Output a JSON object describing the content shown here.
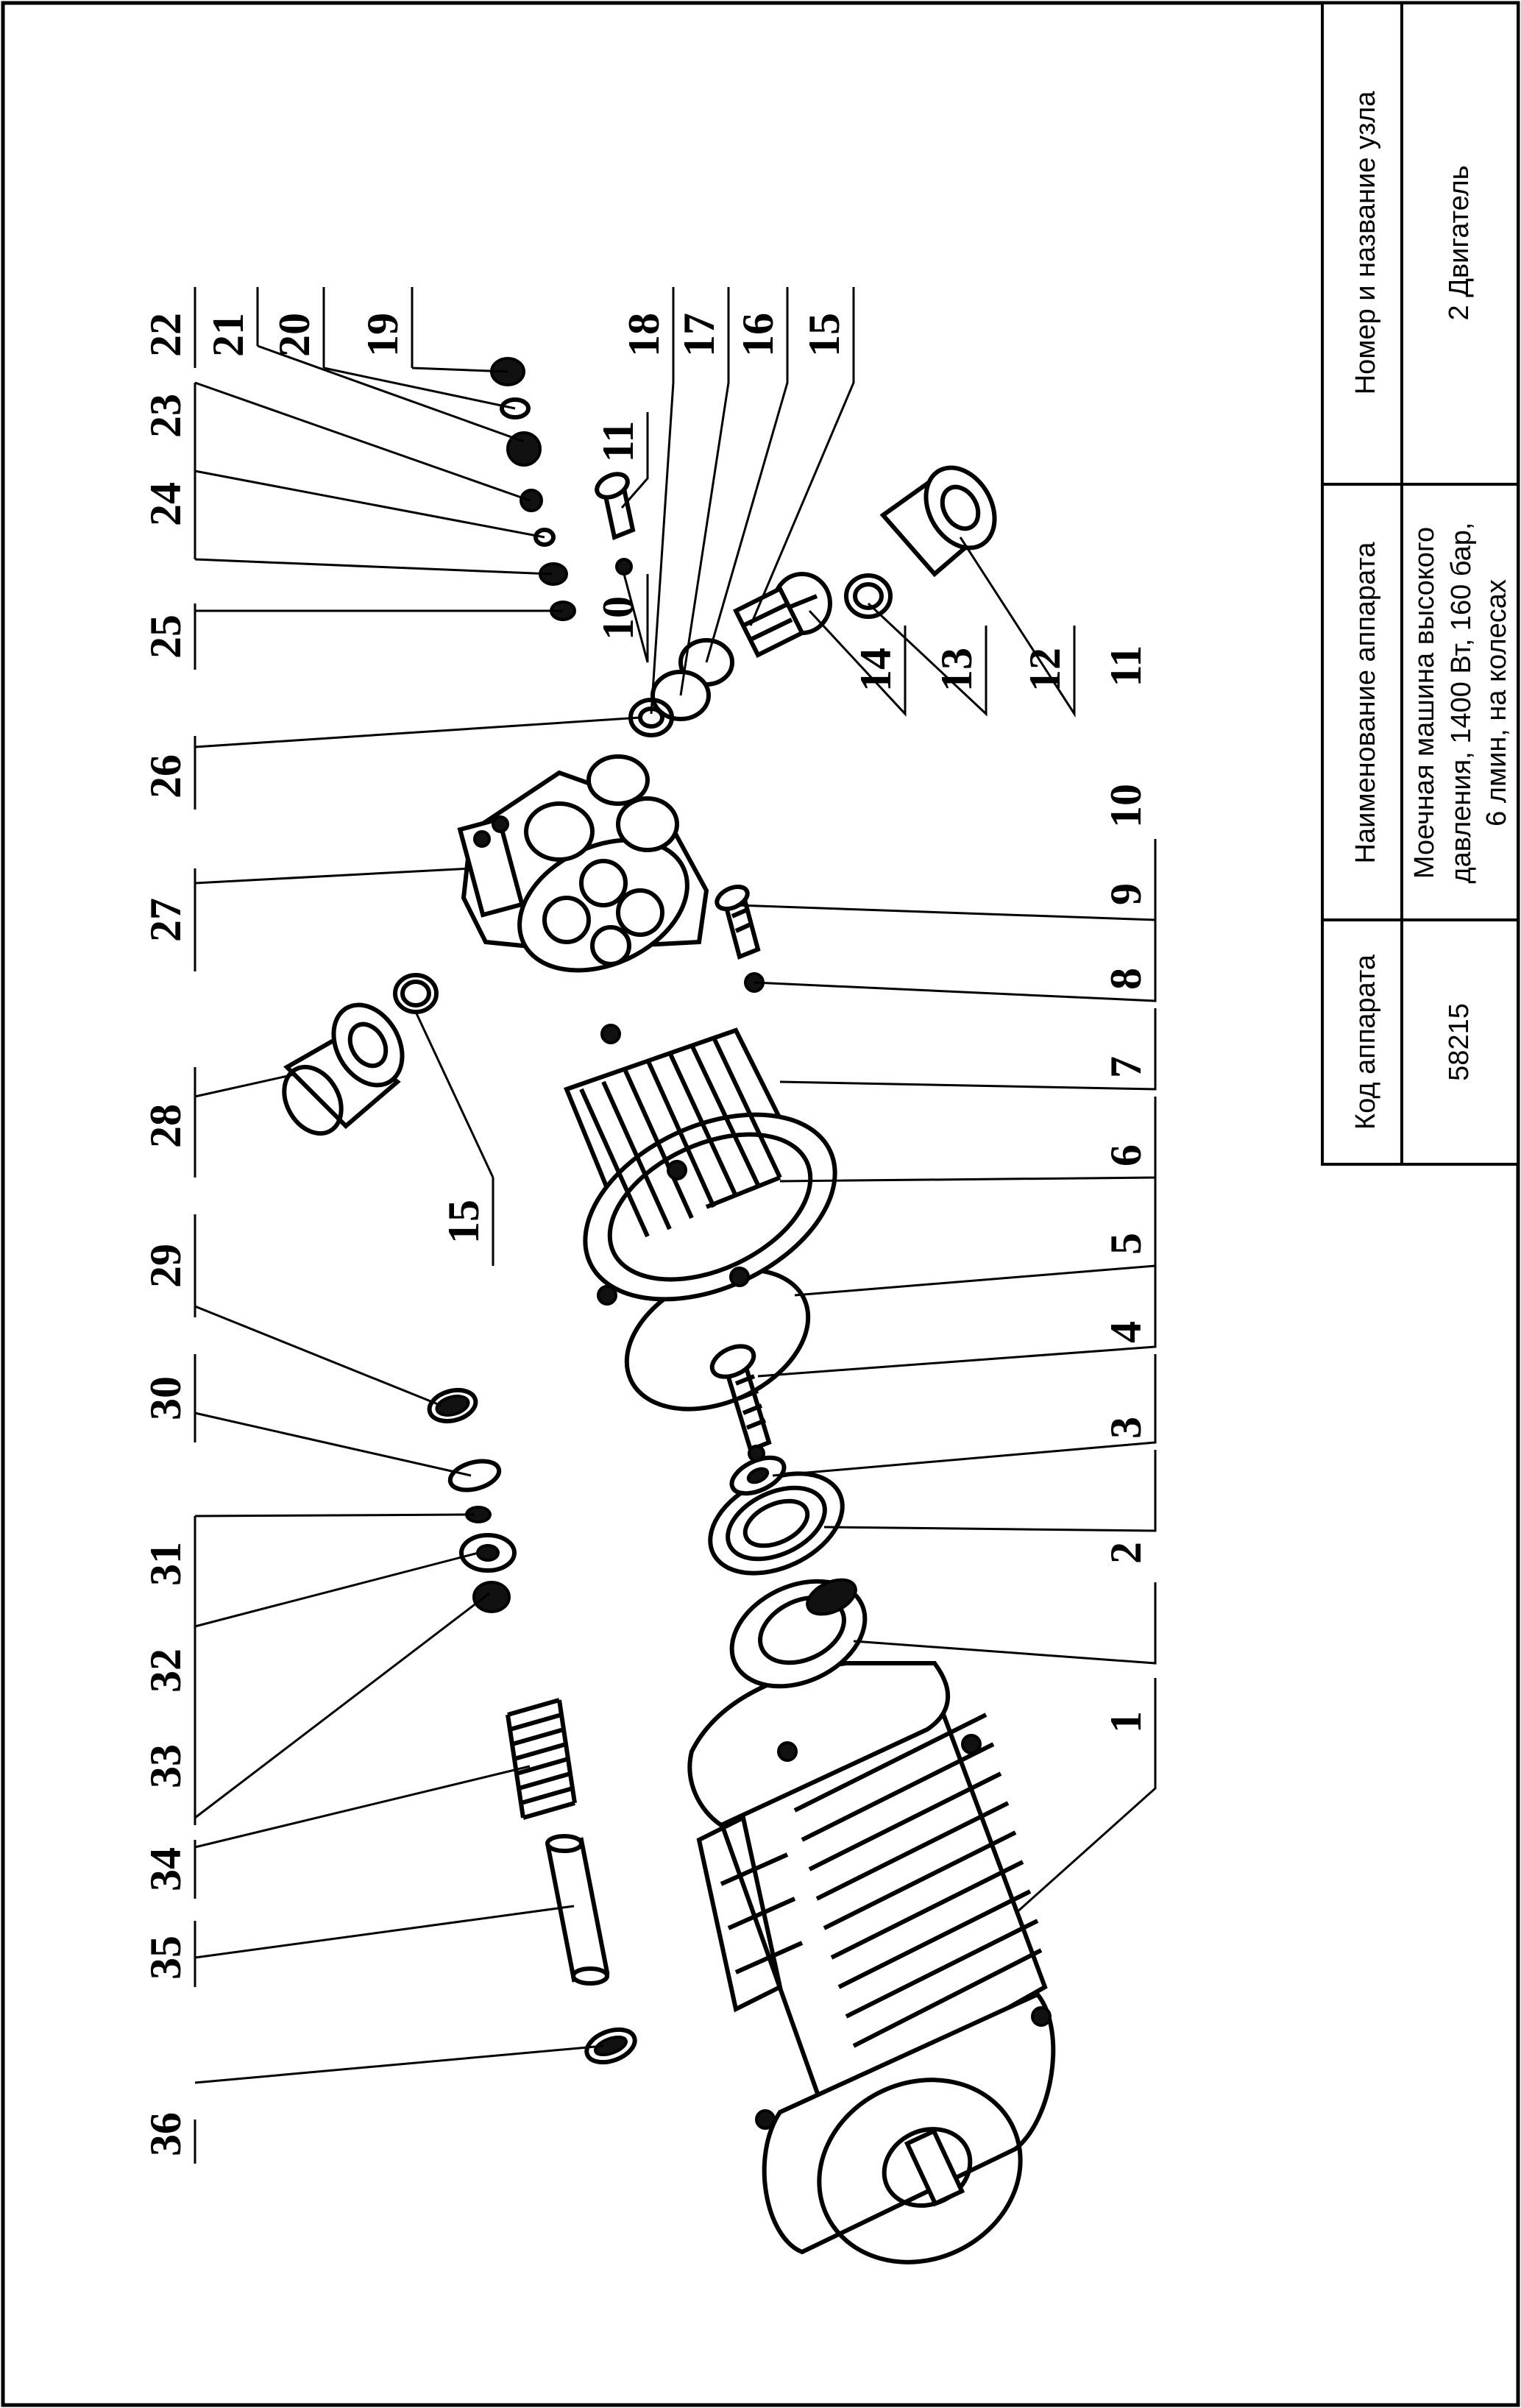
{
  "title_block": {
    "code_header": "Код аппарата",
    "code_value": "58215",
    "name_header": "Наименование аппарата",
    "name_line1": "Моечная машина высокого",
    "name_line2": "давления, 1400 Вт, 160 бар,",
    "name_line3": "6 лмин, на колесах",
    "unit_header": "Номер и название узла",
    "unit_value": "2 Двигатель"
  },
  "callouts": {
    "c1": "1",
    "c2": "2",
    "c3": "3",
    "c4": "4",
    "c5": "5",
    "c6": "6",
    "c7": "7",
    "c8": "8",
    "c9": "9",
    "c10": "10",
    "c11": "11",
    "c12": "12",
    "c13": "13",
    "c14": "14",
    "c15": "15",
    "c16": "16",
    "c17": "17",
    "c18": "18",
    "c19": "19",
    "c20": "20",
    "c21": "21",
    "c22": "22",
    "c23": "23",
    "c24": "24",
    "c25": "25",
    "c26": "26",
    "c27": "27",
    "c28": "28",
    "c29": "29",
    "c30": "30",
    "c31": "31",
    "c32": "32",
    "c33": "33",
    "c34": "34",
    "c35": "35",
    "c36": "36",
    "c15b": "15",
    "c10b": "10",
    "c11b": "11"
  }
}
